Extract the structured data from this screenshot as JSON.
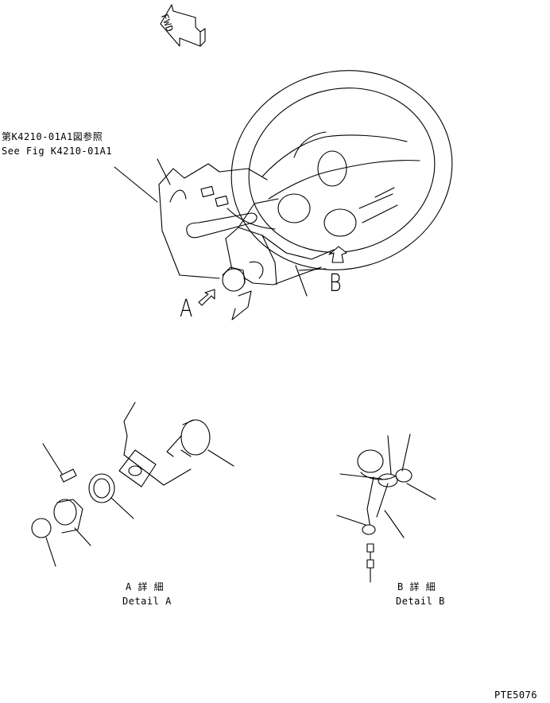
{
  "fwd_label": "FWD",
  "reference": {
    "jp": "第K4210-01A1図参照",
    "en": "See Fig K4210-01A1"
  },
  "view_letters": {
    "a": "A",
    "b": "B"
  },
  "detail_a": {
    "jp": "A 詳 細",
    "en": "Detail A"
  },
  "detail_b": {
    "jp": "B 詳 細",
    "en": "Detail B"
  },
  "drawing_number": "PTE5076"
}
